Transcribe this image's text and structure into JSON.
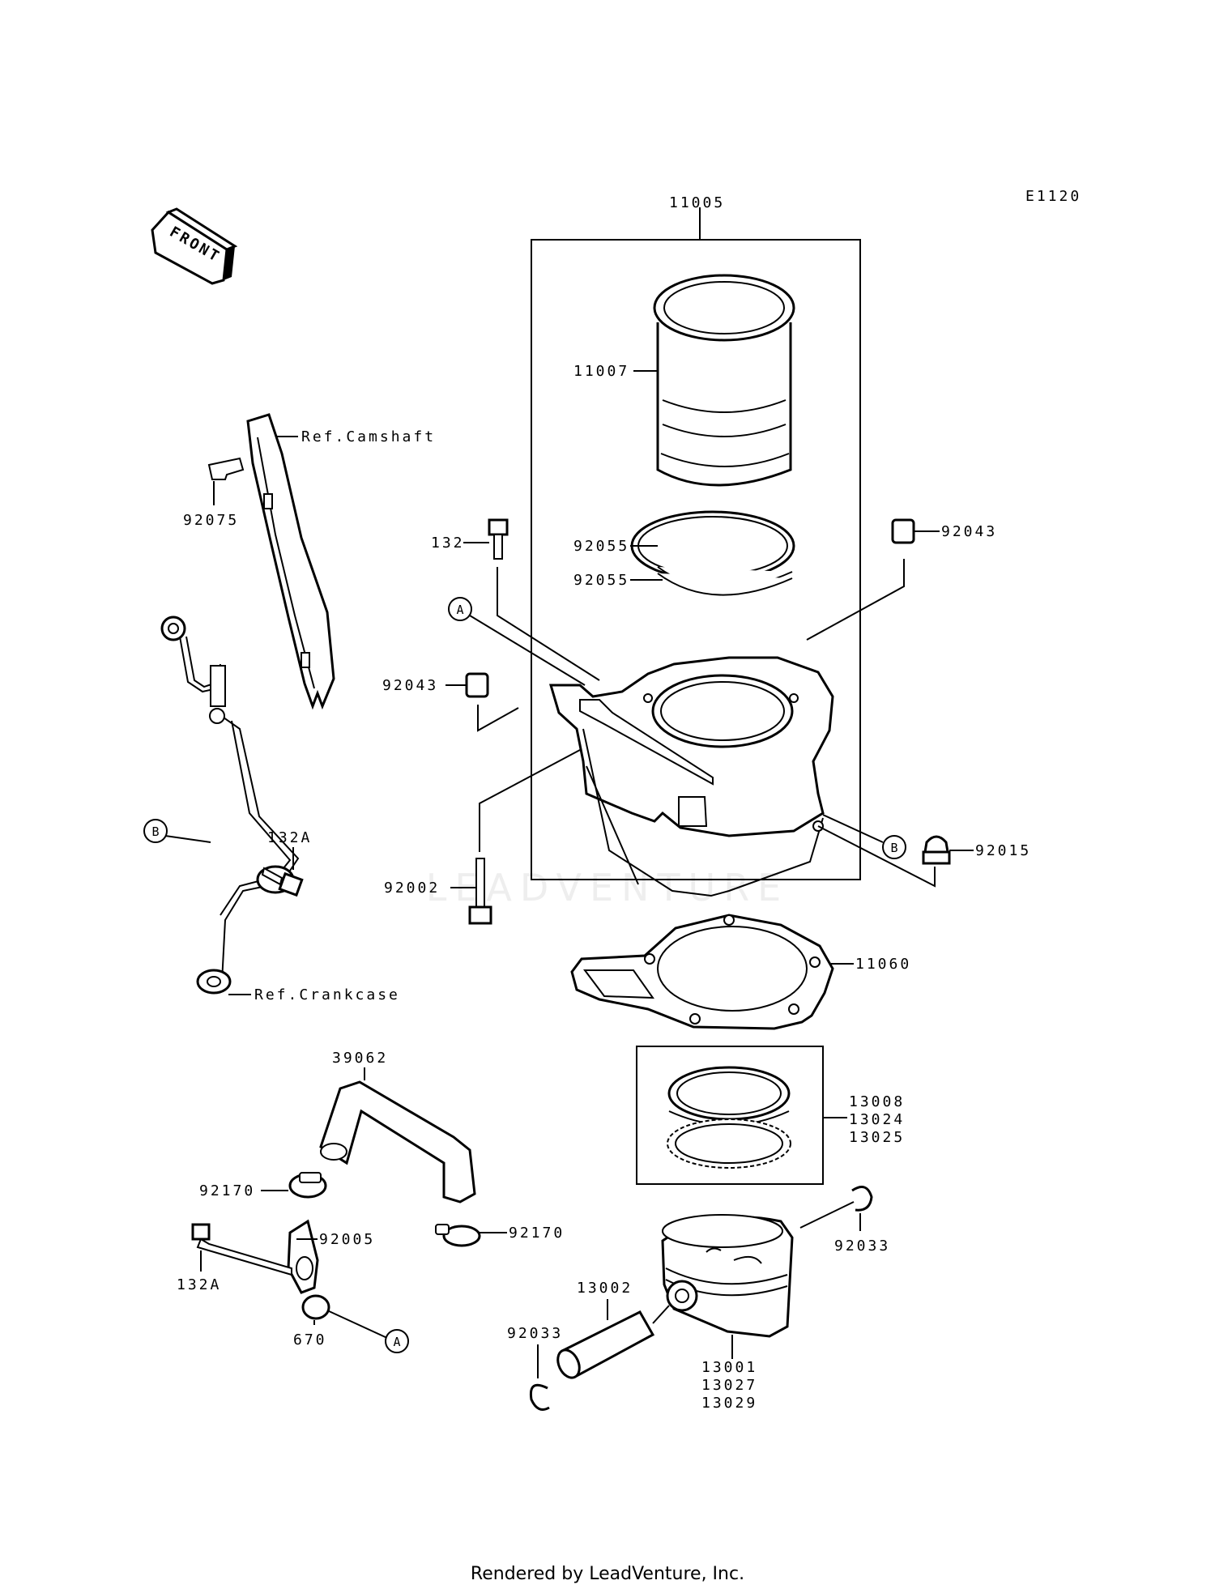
{
  "diagram_code": "E1120",
  "front_label": "FRONT",
  "watermark": "LEADVENTURE",
  "footer": "Rendered by LeadVenture, Inc.",
  "callouts": {
    "a": "A",
    "b": "B"
  },
  "labels": {
    "p11005": "11005",
    "p11007": "11007",
    "ref_camshaft": "Ref.Camshaft",
    "p92075": "92075",
    "p132": "132",
    "p92055a": "92055",
    "p92055b": "92055",
    "p92043_right": "92043",
    "p92043_left": "92043",
    "p132a_top": "132A",
    "p92002": "92002",
    "p92015": "92015",
    "p11060": "11060",
    "ref_crankcase": "Ref.Crankcase",
    "p39062": "39062",
    "p13008": "13008",
    "p13024": "13024",
    "p13025": "13025",
    "p92170_left": "92170",
    "p92005": "92005",
    "p92170_right": "92170",
    "p92033_right": "92033",
    "p132a_bottom": "132A",
    "p13002": "13002",
    "p670": "670",
    "p92033_left": "92033",
    "p13001": "13001",
    "p13027": "13027",
    "p13029": "13029"
  }
}
